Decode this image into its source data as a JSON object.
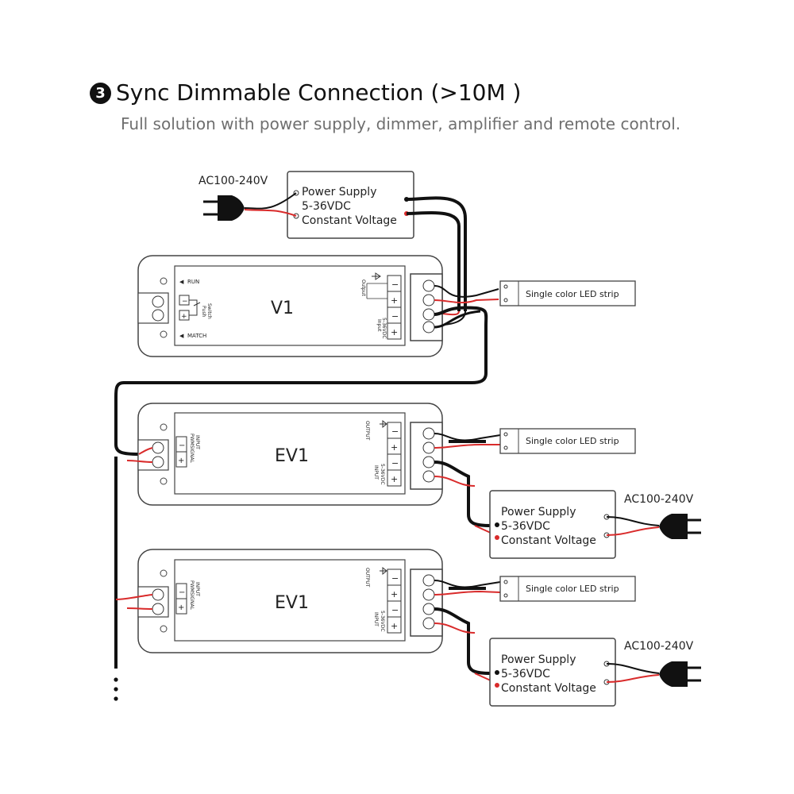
{
  "header": {
    "step_number": "3",
    "title": "Sync Dimmable Connection (>10M )",
    "subtitle": "Full solution with power supply, dimmer, amplifier and remote control."
  },
  "power_supply": {
    "line1": "Power Supply",
    "line2": "5-36VDC",
    "line3": "Constant Voltage",
    "ac_label": "AC100-240V"
  },
  "v1": {
    "name": "V1",
    "run_label": "RUN",
    "match_label": "MATCH",
    "push_label": "Push",
    "switch_label": "Switch",
    "output_label": "Output",
    "input_label": "Input",
    "voltage_label": "5-36VDC"
  },
  "ev1": {
    "name": "EV1",
    "input_label": "INPUT",
    "pwm_label": "PWMSIGNAL",
    "output_label": "OUTPUT",
    "in_label": "INPUT",
    "voltage_label": "5-36VDC"
  },
  "strip": {
    "label": "Single color LED strip"
  },
  "terminal": {
    "minus": "−",
    "plus": "+"
  },
  "colors": {
    "wire_black": "#111111",
    "wire_red": "#d92b2b",
    "outline": "#444444",
    "cable": "#111111"
  }
}
